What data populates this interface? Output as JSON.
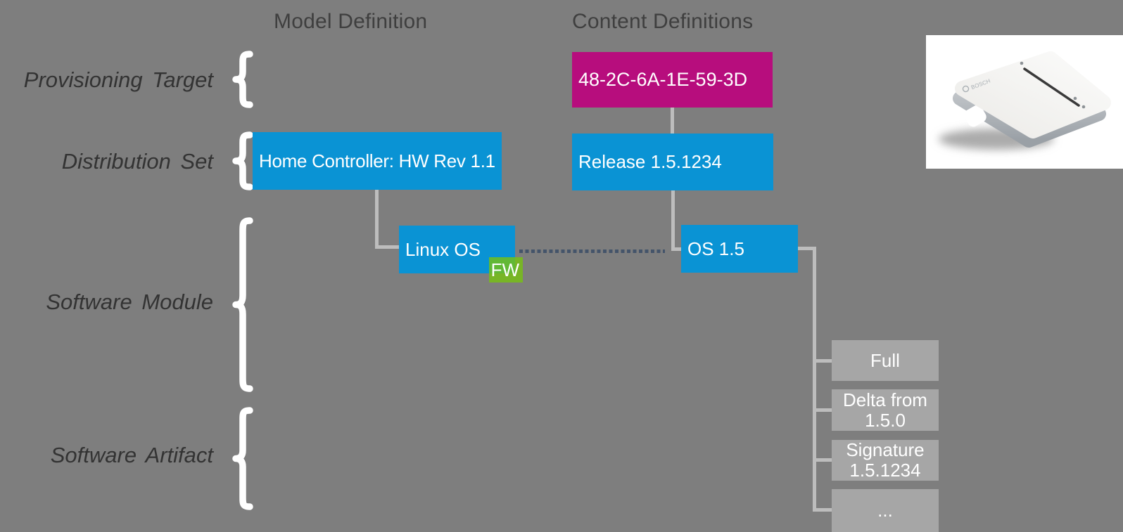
{
  "headers": {
    "model": "Model Definition",
    "content": "Content Definitions"
  },
  "rows": [
    {
      "label": "Provisioning Target"
    },
    {
      "label": "Distribution Set"
    },
    {
      "label": "Software Module"
    },
    {
      "label": "Software Artifact"
    }
  ],
  "nodes": {
    "provisioning_target": {
      "label": "48-2C-6A-1E-59-3D",
      "color": "#b70d7d"
    },
    "model_distribution_set": {
      "label": "Home Controller: HW Rev 1.1",
      "color": "#0a93d4"
    },
    "content_distribution_set": {
      "label": "Release 1.5.1234",
      "color": "#0a93d4"
    },
    "model_software_module": {
      "label": "Linux OS",
      "badge": "FW",
      "badge_color": "#76c112"
    },
    "content_software_module": {
      "label": "OS 1.5",
      "color": "#0a93d4"
    },
    "artifacts": [
      {
        "line1": "Full"
      },
      {
        "line1": "Delta from",
        "line2": "1.5.0"
      },
      {
        "line1": "Signature",
        "line2": "1.5.1234"
      },
      {
        "line1": "..."
      }
    ]
  },
  "photo": {
    "name": "smart-home-controller-photo"
  },
  "colors": {
    "background": "#7e7e7e",
    "node_blue": "#0a93d4",
    "node_magenta": "#b70d7d",
    "badge_green": "#76c112",
    "artifact_gray": "#a6a6a6",
    "connector_gray": "#bdbdbd",
    "dotted_link_slate": "#44546a",
    "brace_white": "#ffffff",
    "header_text": "#3f3f3f",
    "label_text": "#333333"
  }
}
